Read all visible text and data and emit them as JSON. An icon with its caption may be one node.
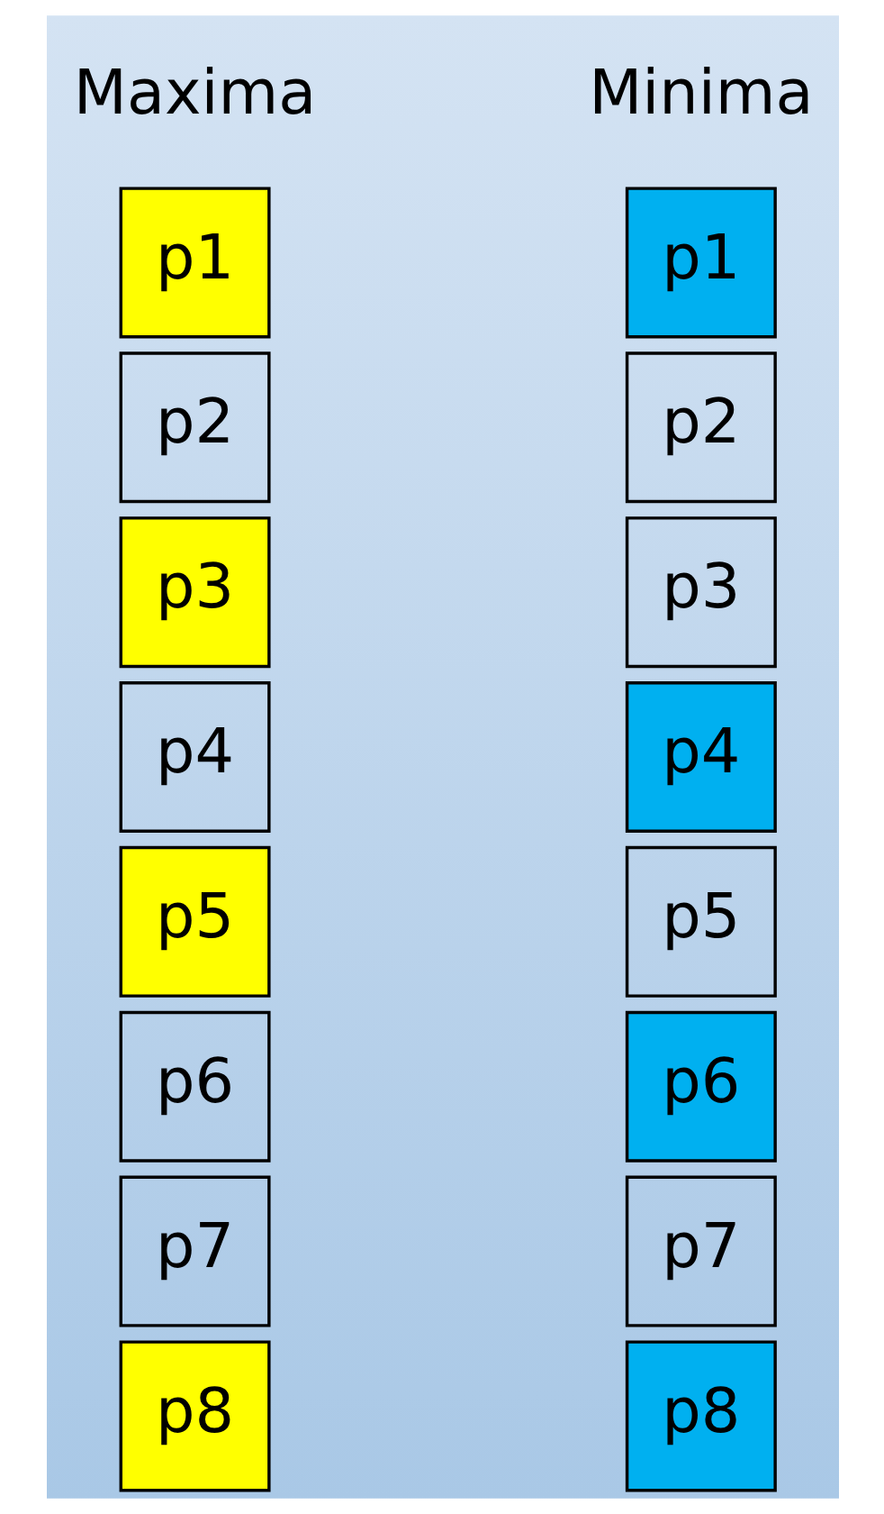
{
  "diagram": {
    "nodes": [
      {
        "text": [
          "p1"
        ]
      },
      {
        "text": [
          "p2"
        ]
      },
      {
        "text": [
          "p3"
        ]
      },
      {
        "text": [
          "p4"
        ]
      },
      {
        "text": [
          "p5"
        ]
      },
      {
        "text": [
          "p6"
        ]
      },
      {
        "text": [
          "p7"
        ]
      },
      {
        "text": [
          "p8"
        ]
      },
      {
        "text": [
          "p1"
        ]
      },
      {
        "text": [
          "p2"
        ]
      },
      {
        "text": [
          "p3"
        ]
      },
      {
        "text": [
          "p4"
        ]
      },
      {
        "text": [
          "p5"
        ]
      },
      {
        "text": [
          "p6"
        ]
      },
      {
        "text": [
          "p7"
        ]
      },
      {
        "text": [
          "p8"
        ]
      }
    ],
    "labels": [
      "Maxima",
      "Minima"
    ]
  }
}
